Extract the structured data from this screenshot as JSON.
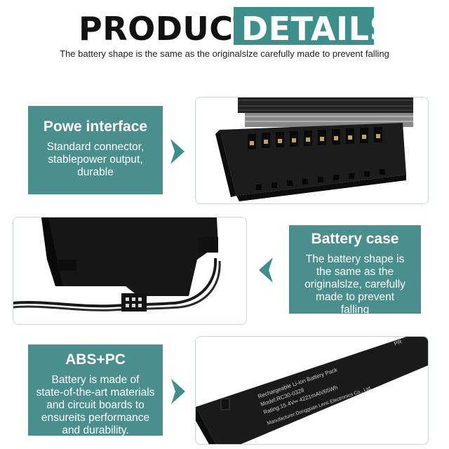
{
  "header": {
    "title_part1": "PRODUCT",
    "title_part2": "DETAILS",
    "subtitle": "The battery shape is the same as the originalslze carefully made  to prevent falling"
  },
  "features": [
    {
      "title": "Powe interface",
      "lines": [
        "Standard connector,",
        "stablepower output,",
        "durable"
      ]
    },
    {
      "title": "Battery case",
      "lines": [
        "The battery shape is",
        "the same as the",
        "originalslze, carefully",
        "made to prevent",
        "falling"
      ]
    },
    {
      "title": "ABS+PC",
      "lines": [
        "Battery is made of",
        "state-of-the-art materials",
        "and circuit boards to",
        "ensureits performance",
        "and durability."
      ]
    }
  ],
  "battery_label": {
    "line1": "Rechargeable Li-ion Battery Pack",
    "line2": "Model:RC30-0328",
    "line3": "Rating:15.4V═ 4221mAh/65Wh",
    "line4": "Manufacturer:Dongguan Lens Electronics Co., Ltd.",
    "edge_text": "PR"
  },
  "colors": {
    "accent": "#3d8f8c",
    "card": "#4a8f8d",
    "arrow": "#3d8f8c"
  }
}
